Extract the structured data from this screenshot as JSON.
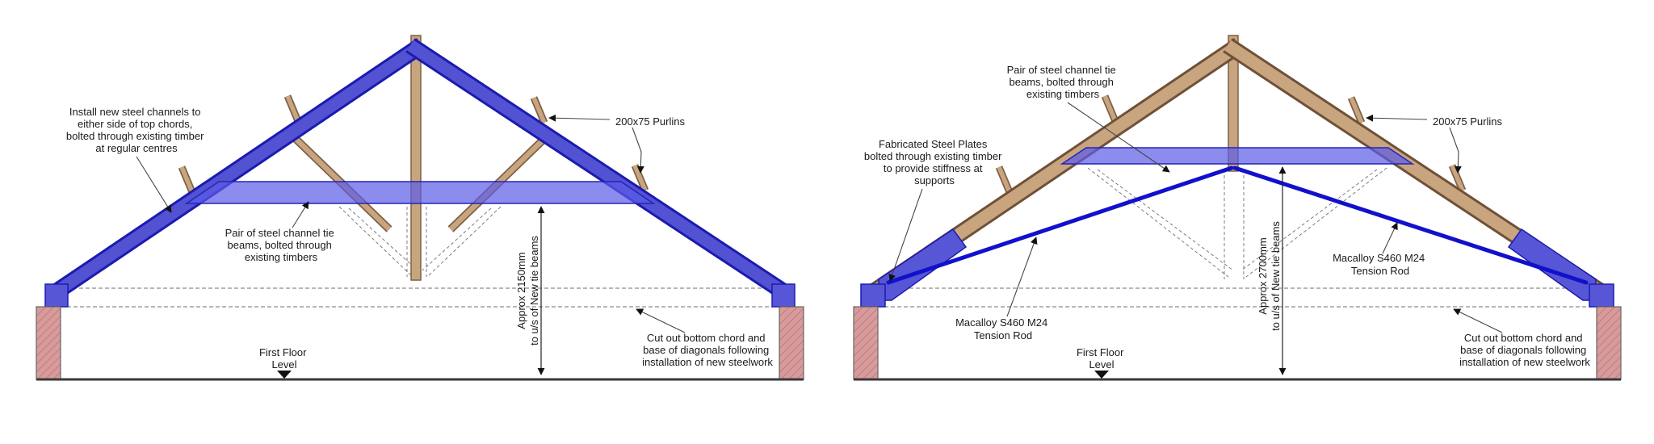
{
  "colors": {
    "steel_channel_blue": "#5252d2",
    "steel_outline_blue": "#1b1bb0",
    "tie_beam_band_blue": "#5b5be8",
    "tension_rod_blue": "#1111cc",
    "timber_brown": "#c9a57f",
    "timber_outline_brown": "#7d6045",
    "wall_pink": "#d99a9b",
    "dashed_line_grey": "#6f6f6f",
    "floor_line_grey": "#3a3a3a",
    "label_text": "#1a1a1a"
  },
  "left": {
    "install_channels_label": [
      "Install new steel channels to",
      "either side of top chords,",
      "bolted through existing timber",
      "at regular centres"
    ],
    "tie_beams_label": [
      "Pair of steel channel tie",
      "beams, bolted through",
      "existing timbers"
    ],
    "purlins_label": "200x75 Purlins",
    "dimension_label": [
      "Approx 2150mm",
      "to u/s of New tie beams"
    ],
    "first_floor_label": [
      "First Floor",
      "Level"
    ],
    "cut_out_label": [
      "Cut out bottom chord and",
      "base of diagonals following",
      "installation of new steelwork"
    ]
  },
  "right": {
    "tie_beams_label": [
      "Pair of steel channel tie",
      "beams, bolted through",
      "existing timbers"
    ],
    "steel_plates_label": [
      "Fabricated Steel Plates",
      "bolted through existing timber",
      "to provide stiffness at",
      "supports"
    ],
    "purlins_label": "200x75 Purlins",
    "tension_rod_label_left": [
      "Macalloy S460 M24",
      "Tension Rod"
    ],
    "tension_rod_label_right": [
      "Macalloy S460 M24",
      "Tension Rod"
    ],
    "dimension_label": [
      "Approx 2700mm",
      "to u/s of New tie beams"
    ],
    "first_floor_label": [
      "First Floor",
      "Level"
    ],
    "cut_out_label": [
      "Cut out bottom chord and",
      "base of diagonals following",
      "installation of new steelwork"
    ]
  }
}
